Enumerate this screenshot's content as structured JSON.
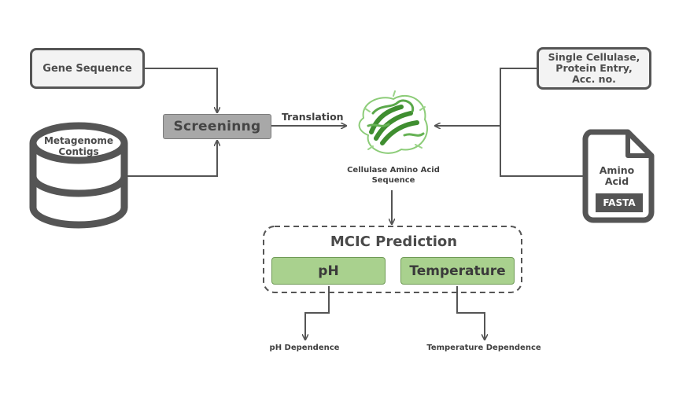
{
  "inputs": {
    "gene_sequence": "Gene Sequence",
    "metagenome": [
      "Metagenome",
      "Contigs"
    ],
    "single_entry": [
      "Single Cellulase,",
      "Protein Entry,",
      "Acc. no."
    ],
    "fasta_file": {
      "text": [
        "Amino",
        "Acid"
      ],
      "tag": "FASTA"
    }
  },
  "process": {
    "screening": "Screeninng",
    "translation": "Translation",
    "cellulase": [
      "Cellulase Amino Acid",
      "Sequence"
    ]
  },
  "prediction": {
    "title": "MCIC Prediction",
    "ph": "pH",
    "temperature": "Temperature"
  },
  "outputs": {
    "ph_dependence": "pH Dependence",
    "temperature_dependence": "Temperature Dependence"
  },
  "colors": {
    "line": "#555555",
    "green_fill": "#a9d18e",
    "protein_green": "#4a9a3a",
    "screening_fill": "#a8a8a8"
  }
}
